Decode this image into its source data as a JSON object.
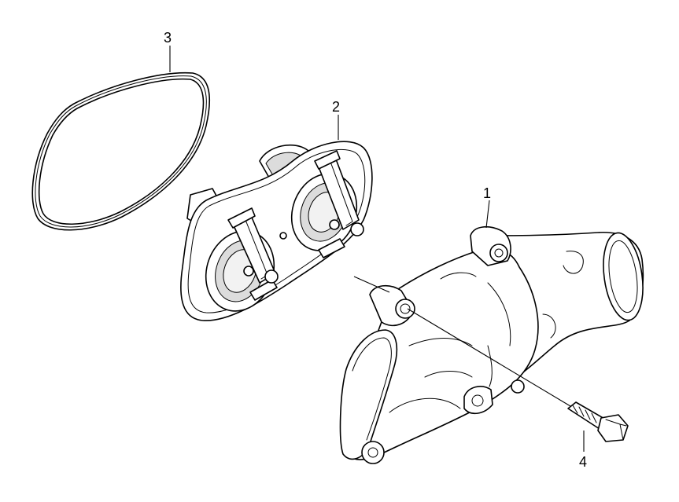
{
  "callouts": {
    "housing": "1",
    "thermostat": "2",
    "seal_ring": "3",
    "bolt": "4"
  }
}
